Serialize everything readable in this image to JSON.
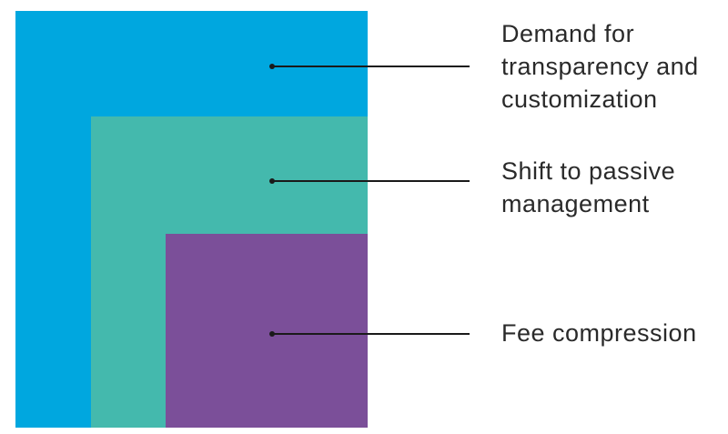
{
  "colors": {
    "outer_layer": "#00A7DF",
    "middle_layer": "#44B9AD",
    "inner_layer": "#7B4F99",
    "connector": "#1A1A1A",
    "label_text": "#2A2A2A"
  },
  "layers": {
    "outer": {
      "lines": [
        "Demand for",
        "transparency and",
        "customization"
      ]
    },
    "middle": {
      "lines": [
        "Shift to passive",
        "management"
      ]
    },
    "inner": {
      "lines": [
        "Fee compression"
      ]
    }
  }
}
